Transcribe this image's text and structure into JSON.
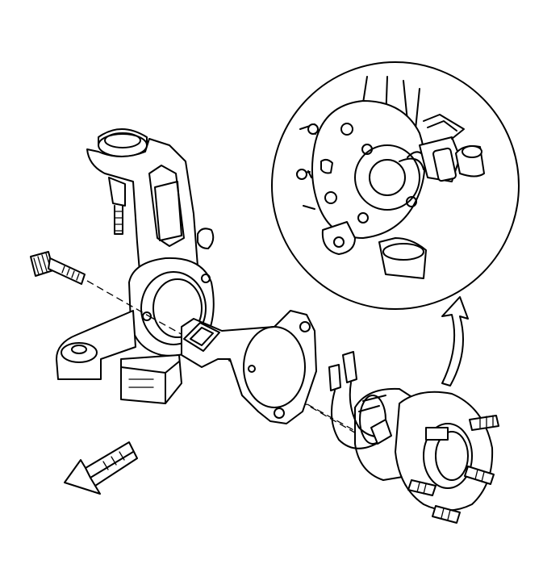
{
  "diagram": {
    "background": "#ffffff",
    "ink": "#000000",
    "parts": [
      "steering-knuckle",
      "hub-bolt",
      "splash-shield",
      "wheel-hub-bearing",
      "wheel-speed-sensor-harness",
      "detail-callout",
      "forward-arrow"
    ]
  }
}
